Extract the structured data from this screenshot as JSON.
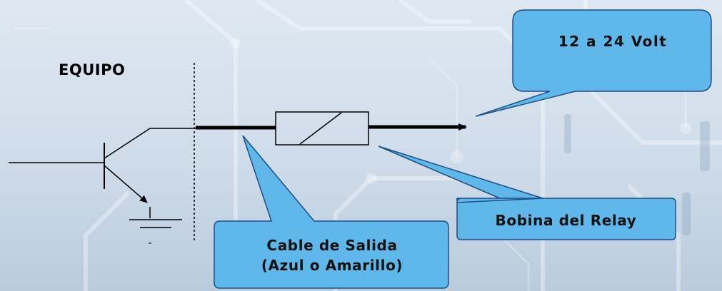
{
  "labels": {
    "equipo": "EQUIPO",
    "ground_mark": "-"
  },
  "callouts": {
    "voltage": "12 a 24 Volt",
    "relay_coil": "Bobina del Relay",
    "cable_line1": "Cable de Salida",
    "cable_line2": "(Azul o Amarillo)"
  },
  "colors": {
    "callout_fill": "#5fb7ea",
    "callout_stroke": "#1d4e84",
    "wire": "#000000"
  }
}
